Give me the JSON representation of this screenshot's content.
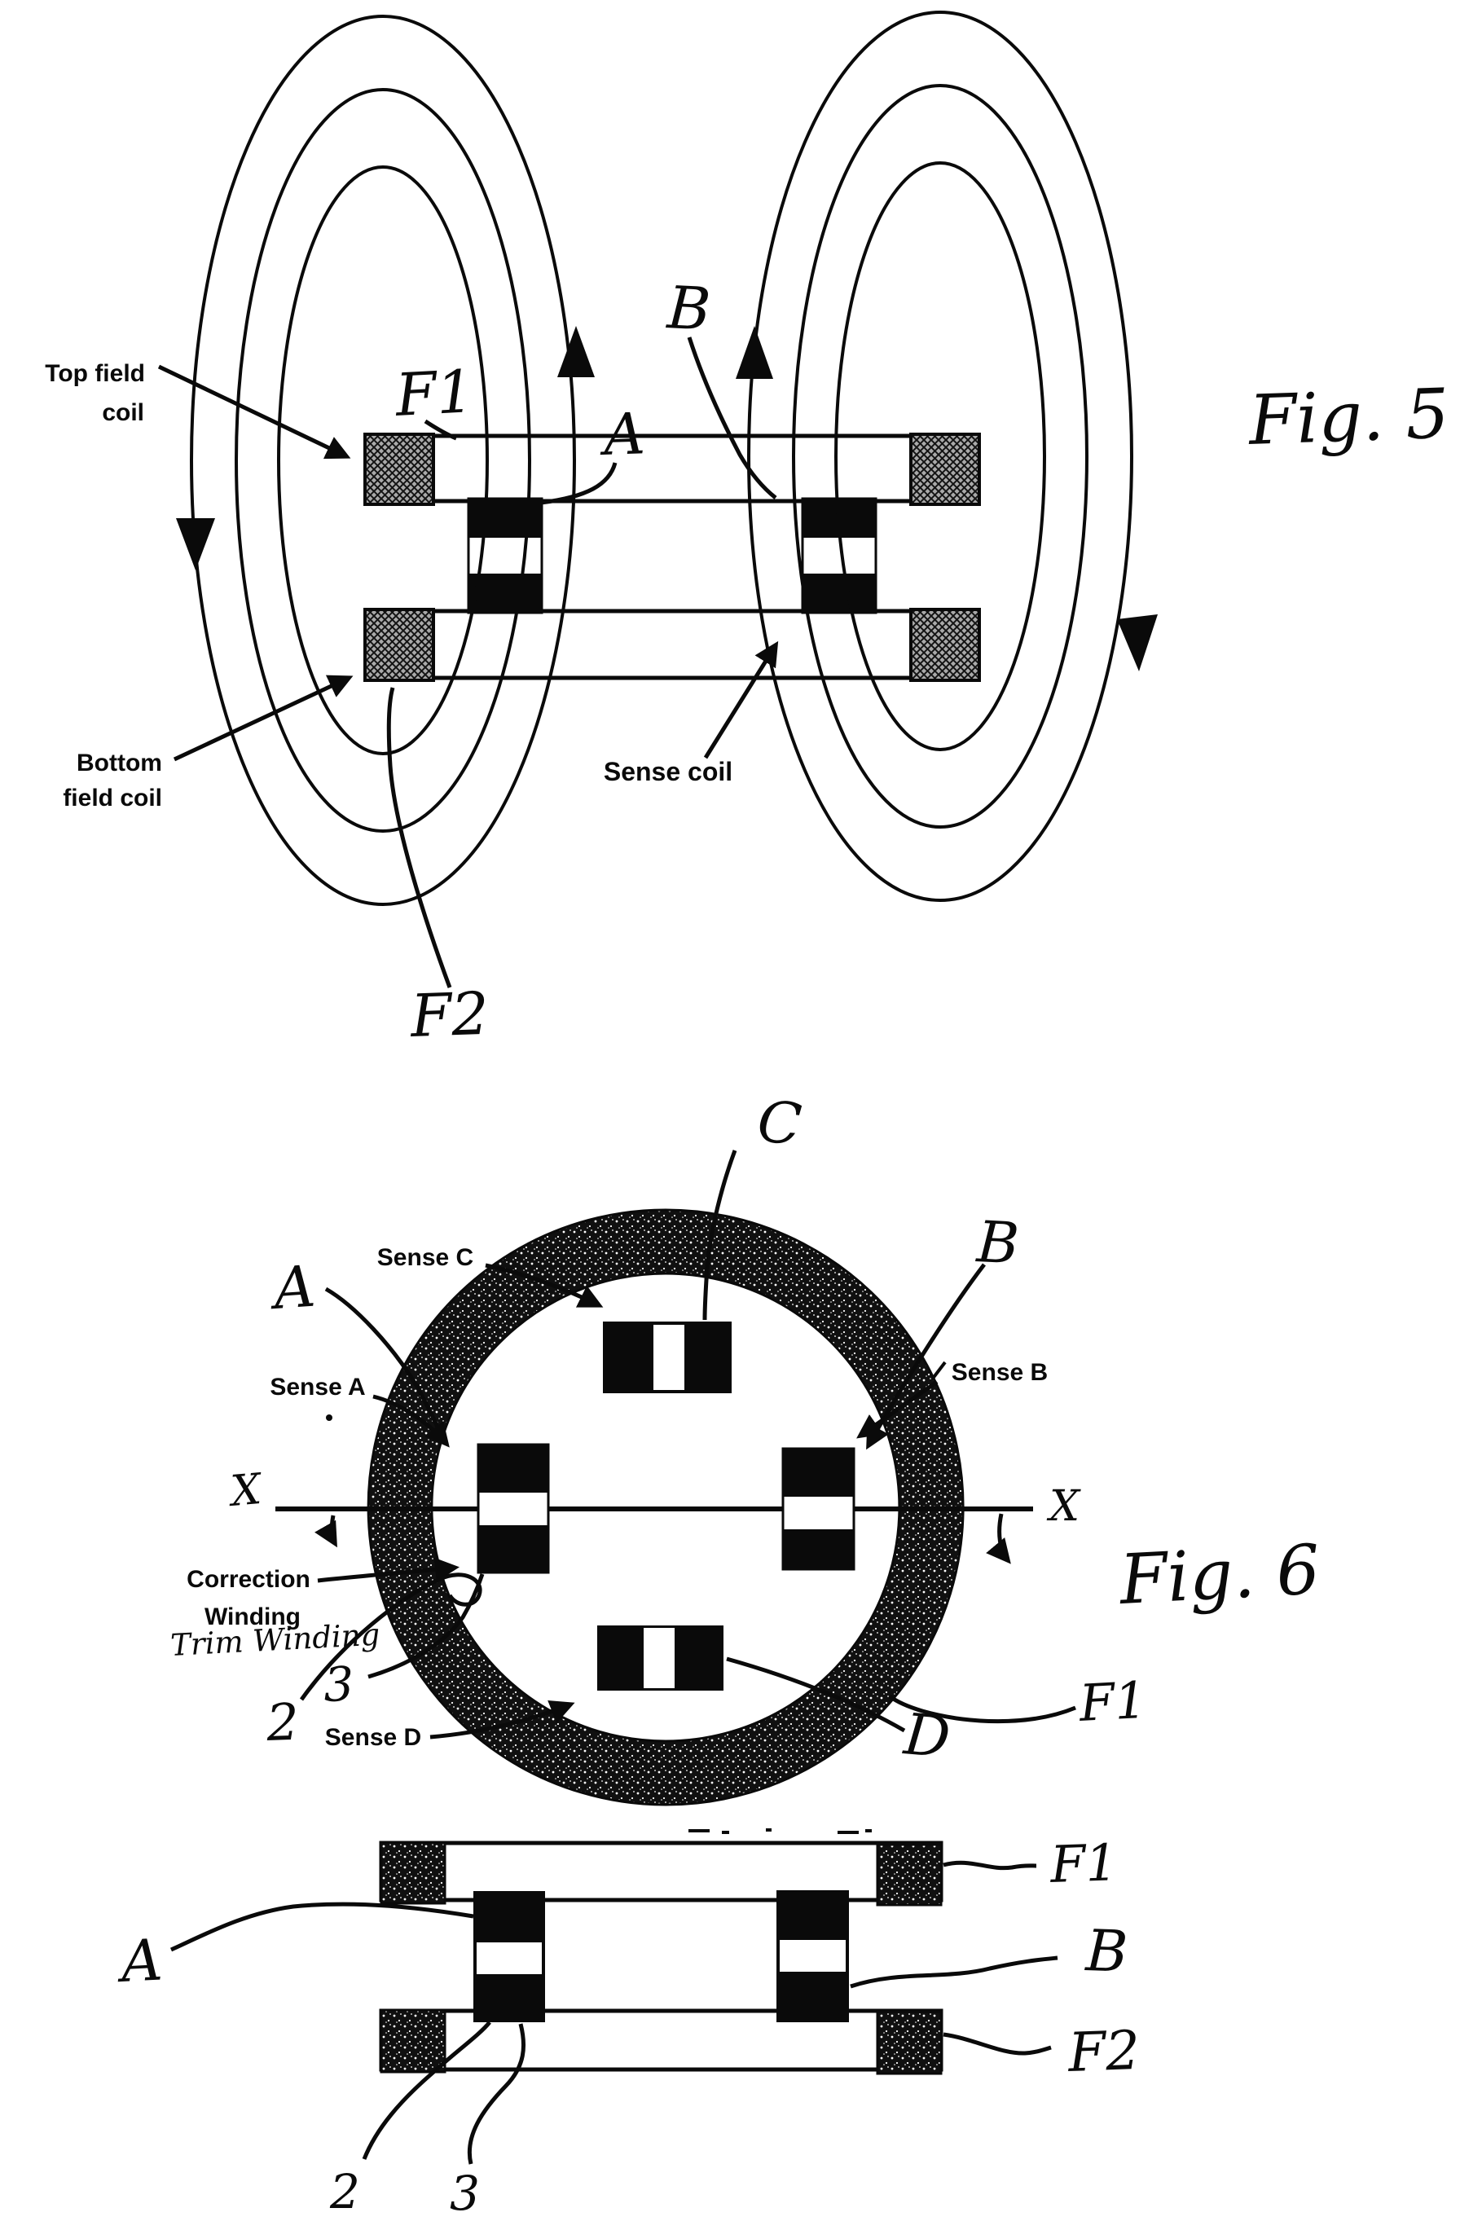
{
  "page": {
    "background": "#ffffff",
    "ink": "#0a0a0a"
  },
  "fig5": {
    "caption": "Fig. 5",
    "top_field_coil": [
      "Top field",
      "coil"
    ],
    "bottom_field_coil": [
      "Bottom",
      "field coil"
    ],
    "sense_coil_label": "Sense coil",
    "f1": "F1",
    "f2": "F2",
    "a": "A",
    "b": "B"
  },
  "fig6": {
    "caption": "Fig. 6",
    "sense_a": "Sense A",
    "sense_b": "Sense B",
    "sense_c": "Sense C",
    "sense_d": "Sense D",
    "correction": [
      "Correction",
      "Winding"
    ],
    "trim_winding": "Trim Winding",
    "a": "A",
    "b": "B",
    "c": "C",
    "d": "D",
    "x_left": "X",
    "x_right": "X",
    "f1": "F1",
    "wire2": "2",
    "wire3": "3"
  },
  "side_view": {
    "f1": "F1",
    "f2": "F2",
    "a": "A",
    "b": "B",
    "wire2": "2",
    "wire3": "3"
  }
}
